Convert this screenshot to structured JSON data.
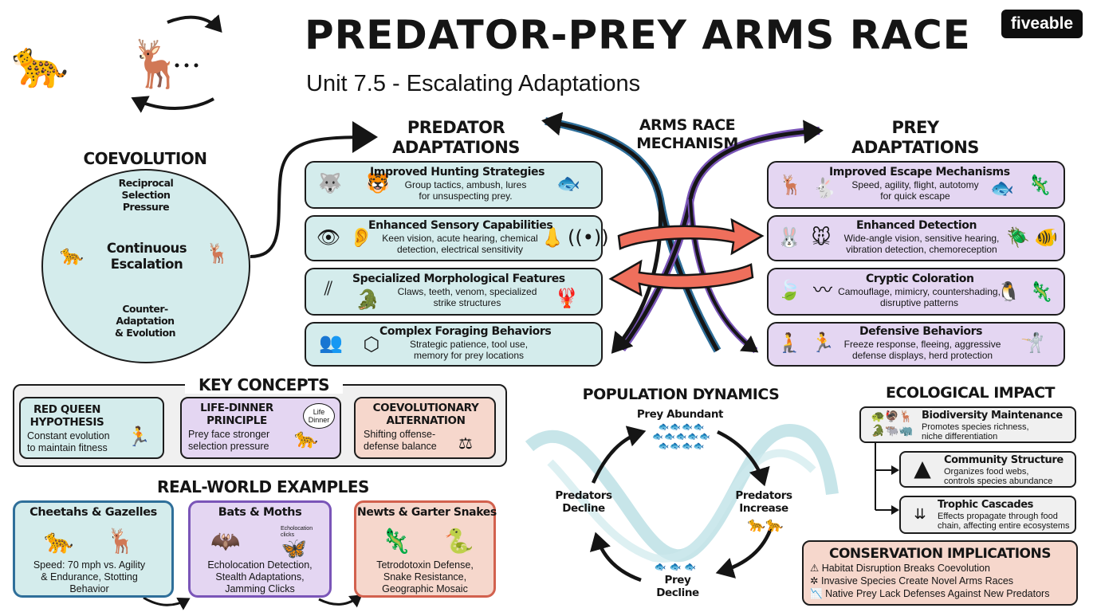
{
  "header": {
    "title": "PREDATOR-PREY ARMS RACE",
    "subtitle": "Unit 7.5 - Escalating Adaptations",
    "logo": "fiveable"
  },
  "coevolution": {
    "heading": "COEVOLUTION",
    "top": "Reciprocal Selection Pressure",
    "center": "Continuous Escalation",
    "bottom": "Counter-Adaptation & Evolution"
  },
  "predator": {
    "heading": "PREDATOR ADAPTATIONS",
    "cards": [
      {
        "title": "Improved Hunting Strategies",
        "desc": "Group tactics, ambush, lures for unsuspecting prey."
      },
      {
        "title": "Enhanced Sensory Capabilities",
        "desc": "Keen vision, acute hearing, chemical detection, electrical sensitivity"
      },
      {
        "title": "Specialized Morphological Features",
        "desc": "Claws, teeth, venom, specialized strike structures"
      },
      {
        "title": "Complex Foraging Behaviors",
        "desc": "Strategic patience, tool use, memory for prey locations"
      }
    ]
  },
  "mechanism": {
    "heading": "ARMS RACE MECHANISM"
  },
  "prey": {
    "heading": "PREY ADAPTATIONS",
    "cards": [
      {
        "title": "Improved Escape Mechanisms",
        "desc": "Speed, agility, flight, autotomy for quick escape"
      },
      {
        "title": "Enhanced Detection",
        "desc": "Wide-angle vision, sensitive hearing, vibration detection, chemoreception"
      },
      {
        "title": "Cryptic Coloration",
        "desc": "Camouflage, mimicry, countershading, disruptive patterns"
      },
      {
        "title": "Defensive Behaviors",
        "desc": "Freeze response, fleeing, aggressive defense displays, herd protection"
      }
    ]
  },
  "key_concepts": {
    "heading": "KEY CONCEPTS",
    "items": [
      {
        "title": "RED QUEEN HYPOTHESIS",
        "desc": "Constant evolution to maintain fitness"
      },
      {
        "title": "LIFE-DINNER PRINCIPLE",
        "desc": "Prey face stronger selection pressure",
        "bubble": "Life Dinner"
      },
      {
        "title": "COEVOLUTIONARY ALTERNATION",
        "desc": "Shifting offense-defense balance"
      }
    ]
  },
  "examples": {
    "heading": "REAL-WORLD EXAMPLES",
    "items": [
      {
        "title": "Cheetahs & Gazelles",
        "desc": "Speed: 70 mph vs. Agility & Endurance, Stotting Behavior"
      },
      {
        "title": "Bats & Moths",
        "desc": "Echolocation Detection, Stealth Adaptations, Jamming Clicks",
        "tag": "Echolocation clicks"
      },
      {
        "title": "Newts & Garter Snakes",
        "desc": "Tetrodotoxin Defense, Snake Resistance, Geographic Mosaic"
      }
    ]
  },
  "population": {
    "heading": "POPULATION DYNAMICS",
    "prey_abundant": "Prey Abundant",
    "predators_increase": "Predators Increase",
    "prey_decline": "Prey Decline",
    "predators_decline": "Predators Decline"
  },
  "ecological": {
    "heading": "ECOLOGICAL IMPACT",
    "items": [
      {
        "title": "Biodiversity Maintenance",
        "desc": "Promotes species richness, niche differentiation"
      },
      {
        "title": "Community Structure",
        "desc": "Organizes food webs, controls species abundance"
      },
      {
        "title": "Trophic Cascades",
        "desc": "Effects propagate through food chain, affecting entire ecosystems"
      }
    ]
  },
  "conservation": {
    "heading": "CONSERVATION IMPLICATIONS",
    "items": [
      "Habitat Disruption Breaks Coevolution",
      "Invasive Species Create Novel Arms Races",
      "Native Prey Lack Defenses Against New Predators"
    ]
  },
  "colors": {
    "teal": "#d4ecec",
    "purple": "#e4d6f2",
    "salmon": "#f6d7cc",
    "coral_arrow": "#ef6f5c",
    "blue_stroke": "#2f6f9a",
    "purple_stroke": "#7a55b8"
  },
  "icons": [
    "lion-gazelle-icon",
    "wolves-icon",
    "tiger-icon",
    "anglerfish-icon",
    "eye-icon",
    "ear-icon",
    "nose-icon",
    "signal-icon",
    "claw-icon",
    "crocodile-icon",
    "scorpion-icon",
    "group-icon",
    "network-icon",
    "gazelle-icon",
    "rabbit-icon",
    "fish-icon",
    "mouse-icon",
    "beetle-icon",
    "leaf-icon",
    "penguin-icon",
    "chameleon-icon",
    "crouch-icon",
    "run-icon",
    "fight-icon",
    "treadmill-icon",
    "seesaw-icon",
    "cheetah-icon",
    "bat-icon",
    "moth-icon",
    "newt-icon",
    "snake-icon",
    "pyramid-icon",
    "warning-icon",
    "bug-icon",
    "chart-icon"
  ]
}
